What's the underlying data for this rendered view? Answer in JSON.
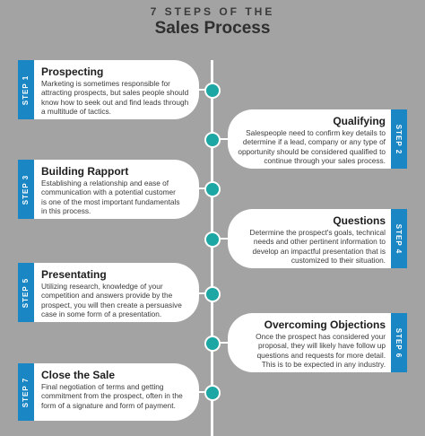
{
  "header": {
    "kicker": "7 STEPS OF THE",
    "title": "Sales Process"
  },
  "colors": {
    "background": "#a3a3a3",
    "tab": "#1a87c4",
    "dot": "#1ca6a4",
    "card": "#ffffff"
  },
  "steps": [
    {
      "label": "STEP 1",
      "title": "Prospecting",
      "text": "Marketing is sometimes responsible for attracting prospects, but sales people should know how to seek out and find leads through a multitude of tactics."
    },
    {
      "label": "STEP 2",
      "title": "Qualifying",
      "text": "Salespeople need to confirm key details to determine if a lead, company or any type of opportunity should be considered qualified to continue through your sales process."
    },
    {
      "label": "STEP 3",
      "title": "Building Rapport",
      "text": "Establishing a relationship and ease of communication with a potential customer is one of the most important fundamentals in this process."
    },
    {
      "label": "STEP 4",
      "title": "Questions",
      "text": "Determine the prospect's goals, technical needs and other pertinent information to develop an impactful presentation that is customized to their situation."
    },
    {
      "label": "STEP 5",
      "title": "Presentating",
      "text": "Utilizing research, knowledge of your competition and answers provide by the prospect, you will then create a persuasive case in some form of a presentation."
    },
    {
      "label": "STEP 6",
      "title": "Overcoming Objections",
      "text": "Once the prospect has considered your proposal, they will likely have follow up questions and requests for more detail. This is to be expected in any industry."
    },
    {
      "label": "STEP 7",
      "title": "Close the Sale",
      "text": "Final negotiation of terms and getting commitment from the prospect, often in the form of a signature and form of payment."
    }
  ]
}
